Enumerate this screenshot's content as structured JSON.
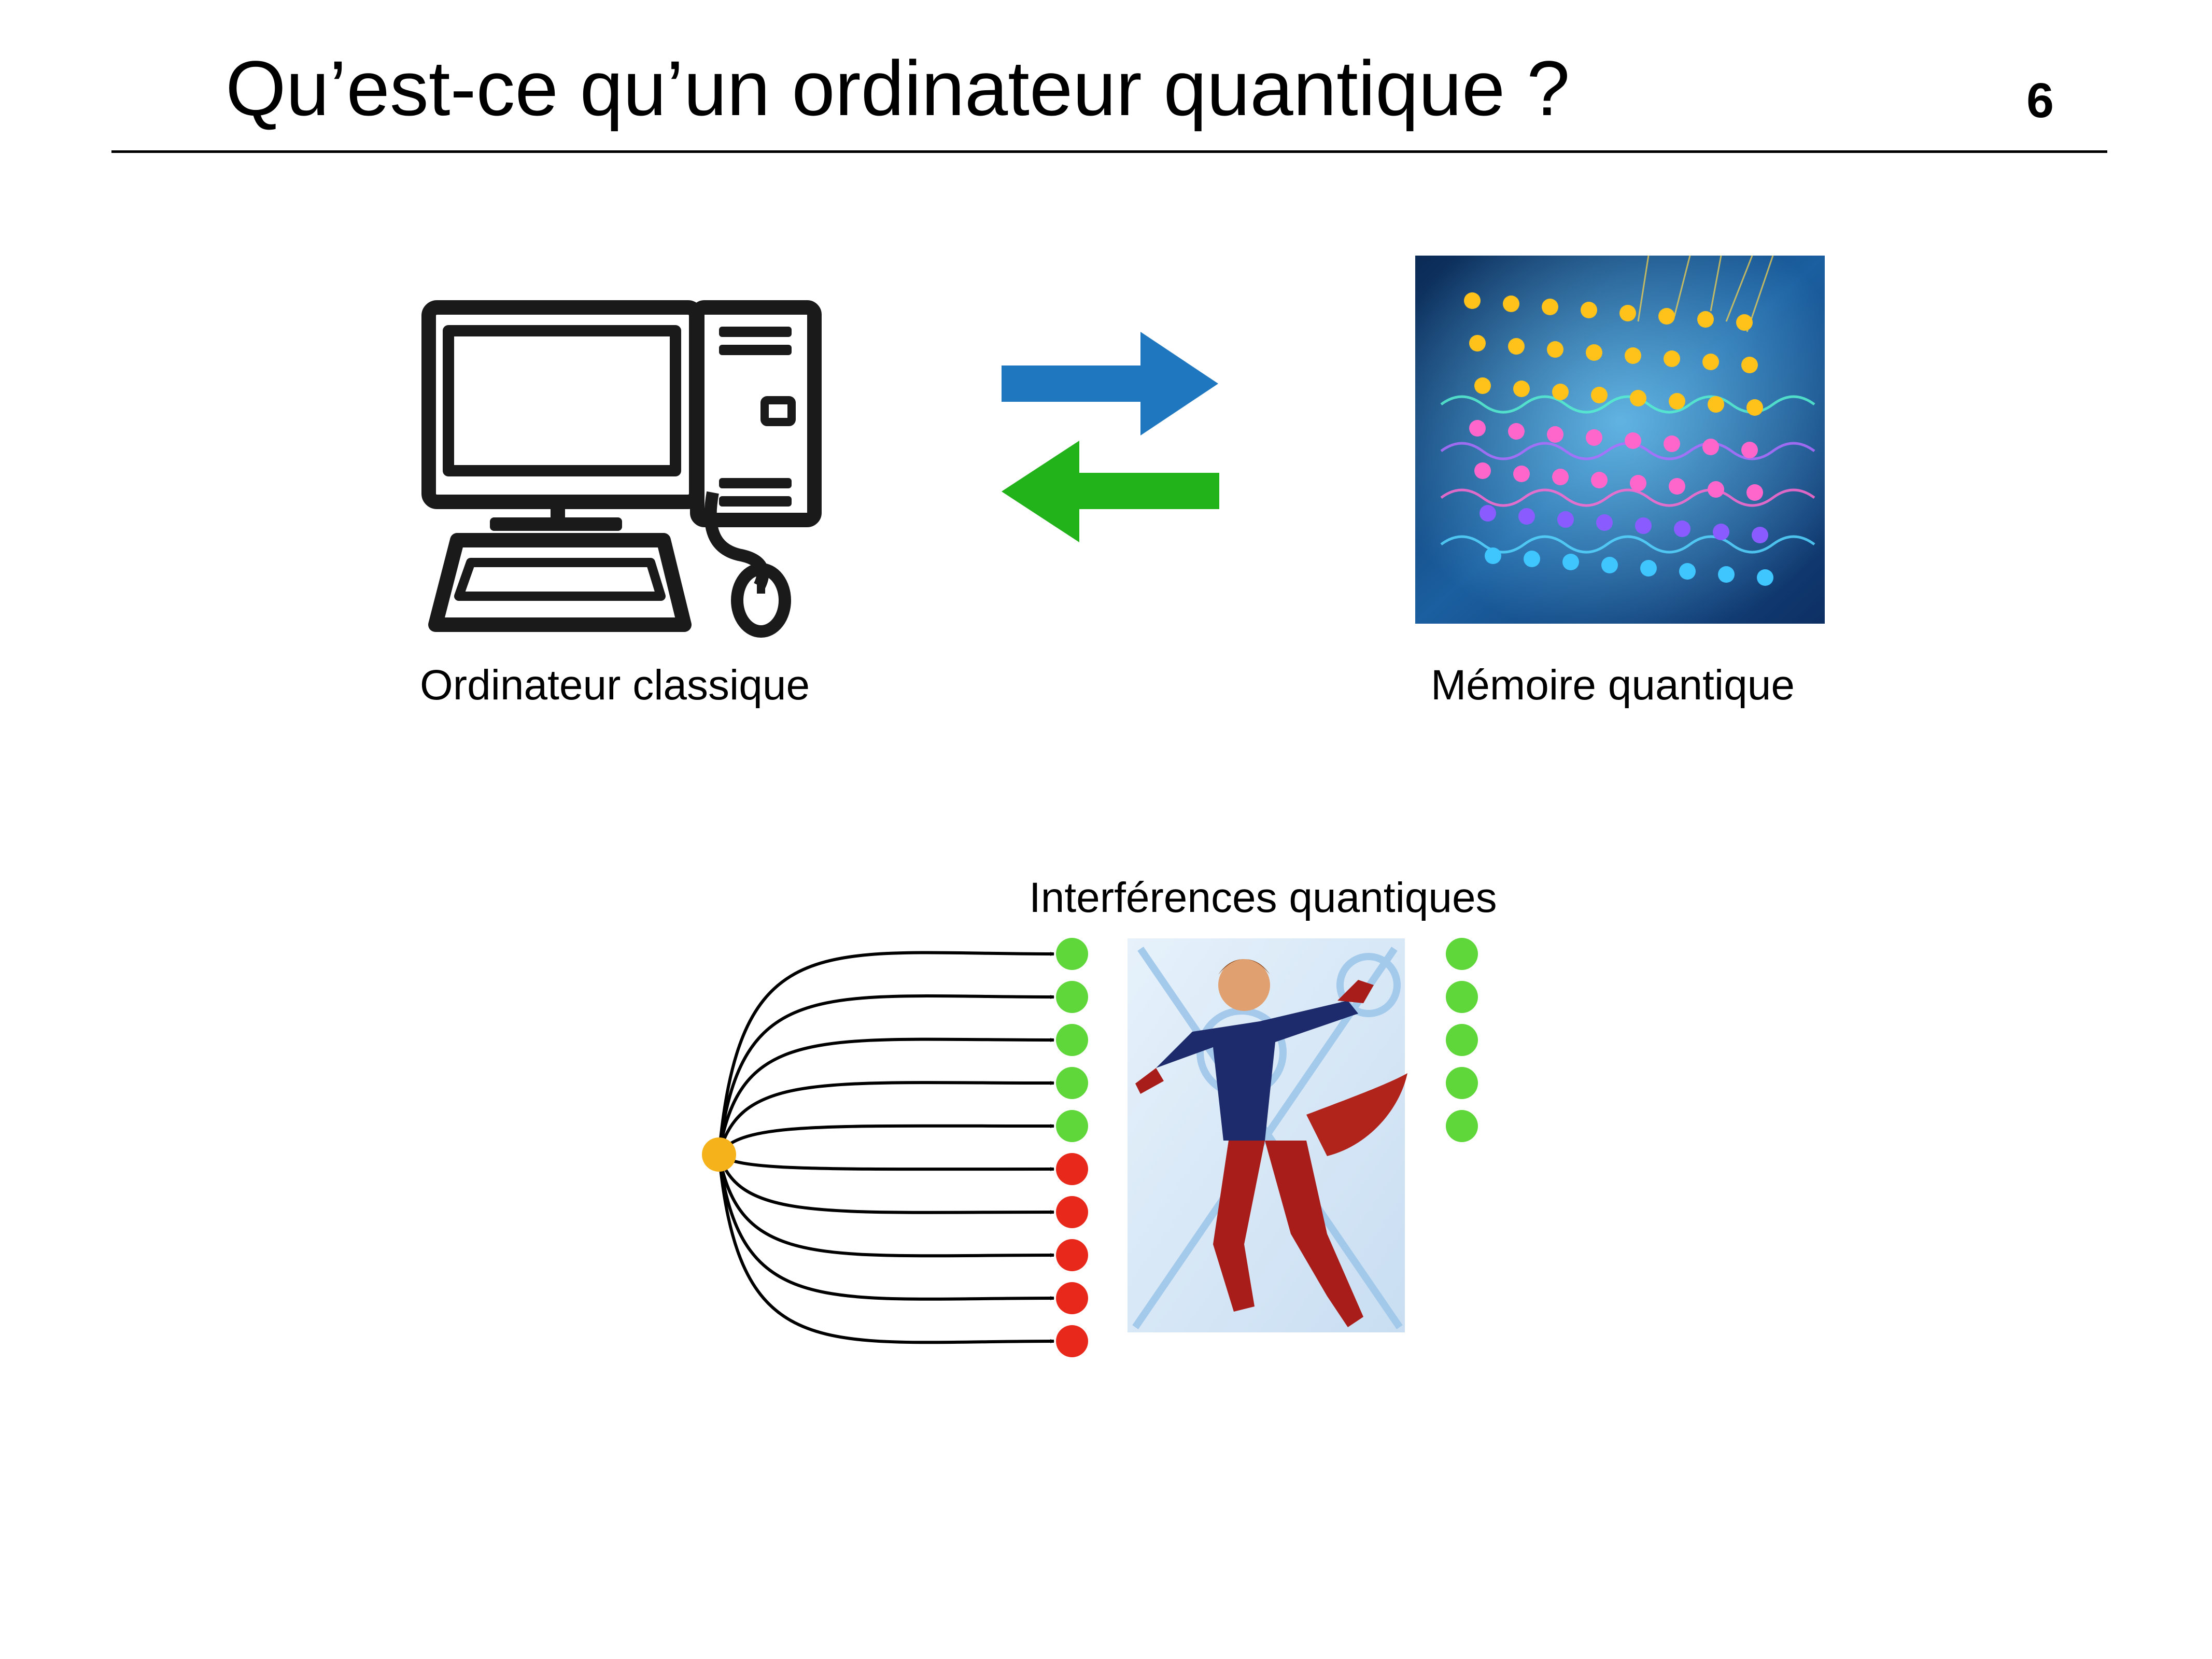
{
  "slide": {
    "title": "Qu’est-ce qu’un ordinateur quantique ?",
    "page_number": "6"
  },
  "labels": {
    "classical_computer": "Ordinateur classique",
    "quantum_memory": "Mémoire quantique",
    "interference": "Interférences quantiques"
  },
  "colors": {
    "arrow_right": "#1f77c0",
    "arrow_left": "#22b21a",
    "source_dot": "#f5b21a",
    "constructive_dot": "#5fd63a",
    "destructive_dot": "#e8281a"
  },
  "interference": {
    "left_outcomes": [
      "constructive",
      "constructive",
      "constructive",
      "constructive",
      "constructive",
      "destructive",
      "destructive",
      "destructive",
      "destructive",
      "destructive"
    ],
    "right_outcomes": [
      "constructive",
      "constructive",
      "constructive",
      "constructive",
      "constructive"
    ]
  }
}
